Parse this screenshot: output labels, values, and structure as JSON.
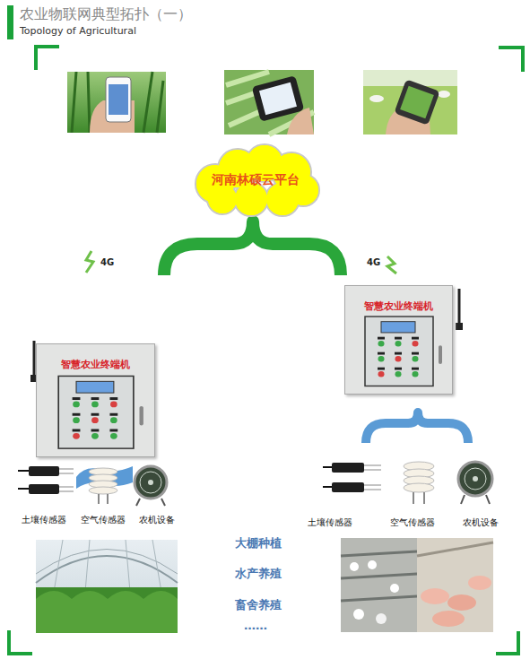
{
  "diagram": {
    "title": "农业物联网典型拓扑（一）",
    "nodes": [
      {
        "text": [
          "河南林硕云平台"
        ]
      },
      {
        "text": [
          "智慧农业终端机"
        ]
      },
      {
        "text": [
          "智慧农业终端机"
        ]
      }
    ],
    "labels": [
      "Topology of Agricultural",
      "4G",
      "4G",
      "土壤传感器",
      "空气传感器",
      "农机设备",
      "土壤传感器",
      "空气传感器",
      "农机设备",
      "大棚种植",
      "水产养殖",
      "畜舍养殖",
      "……"
    ]
  }
}
